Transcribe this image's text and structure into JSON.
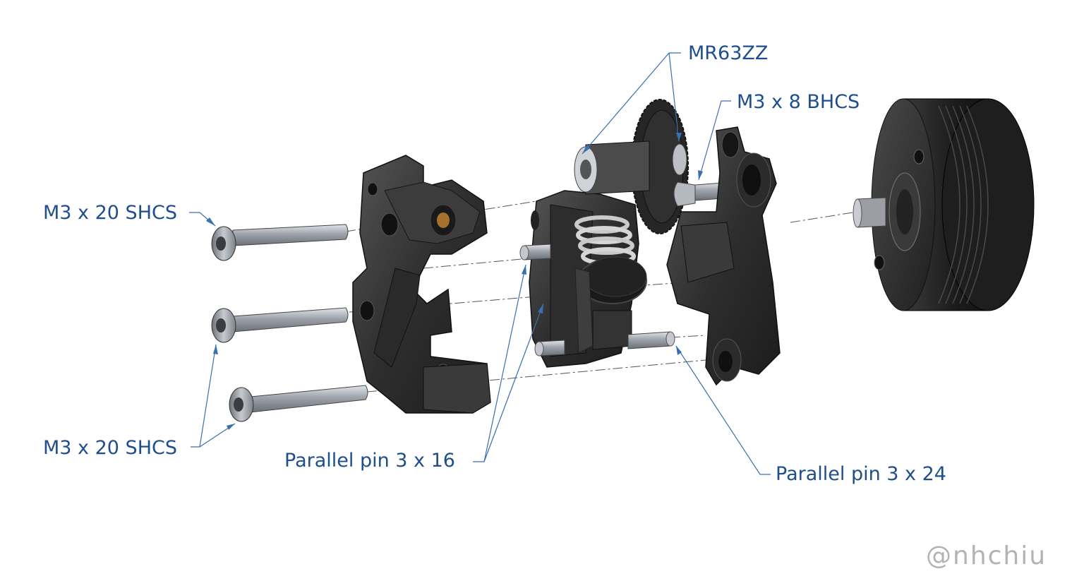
{
  "labels": {
    "bearing": "MR63ZZ",
    "bhcs": "M3 x 8 BHCS",
    "shcs_top": "M3 x 20 SHCS",
    "shcs_bottom": "M3 x 20 SHCS",
    "pin_short": "Parallel pin 3 x 16",
    "pin_long": "Parallel pin 3 x 24"
  },
  "watermark": "@nhchiu",
  "colors": {
    "label": "#1f4e8c",
    "leader": "#3a6fb0",
    "part_dark": "#2b2b2b",
    "part_mid": "#4a4a4a",
    "metal": "#b8bcc2",
    "watermark": "#b3b3b3"
  }
}
